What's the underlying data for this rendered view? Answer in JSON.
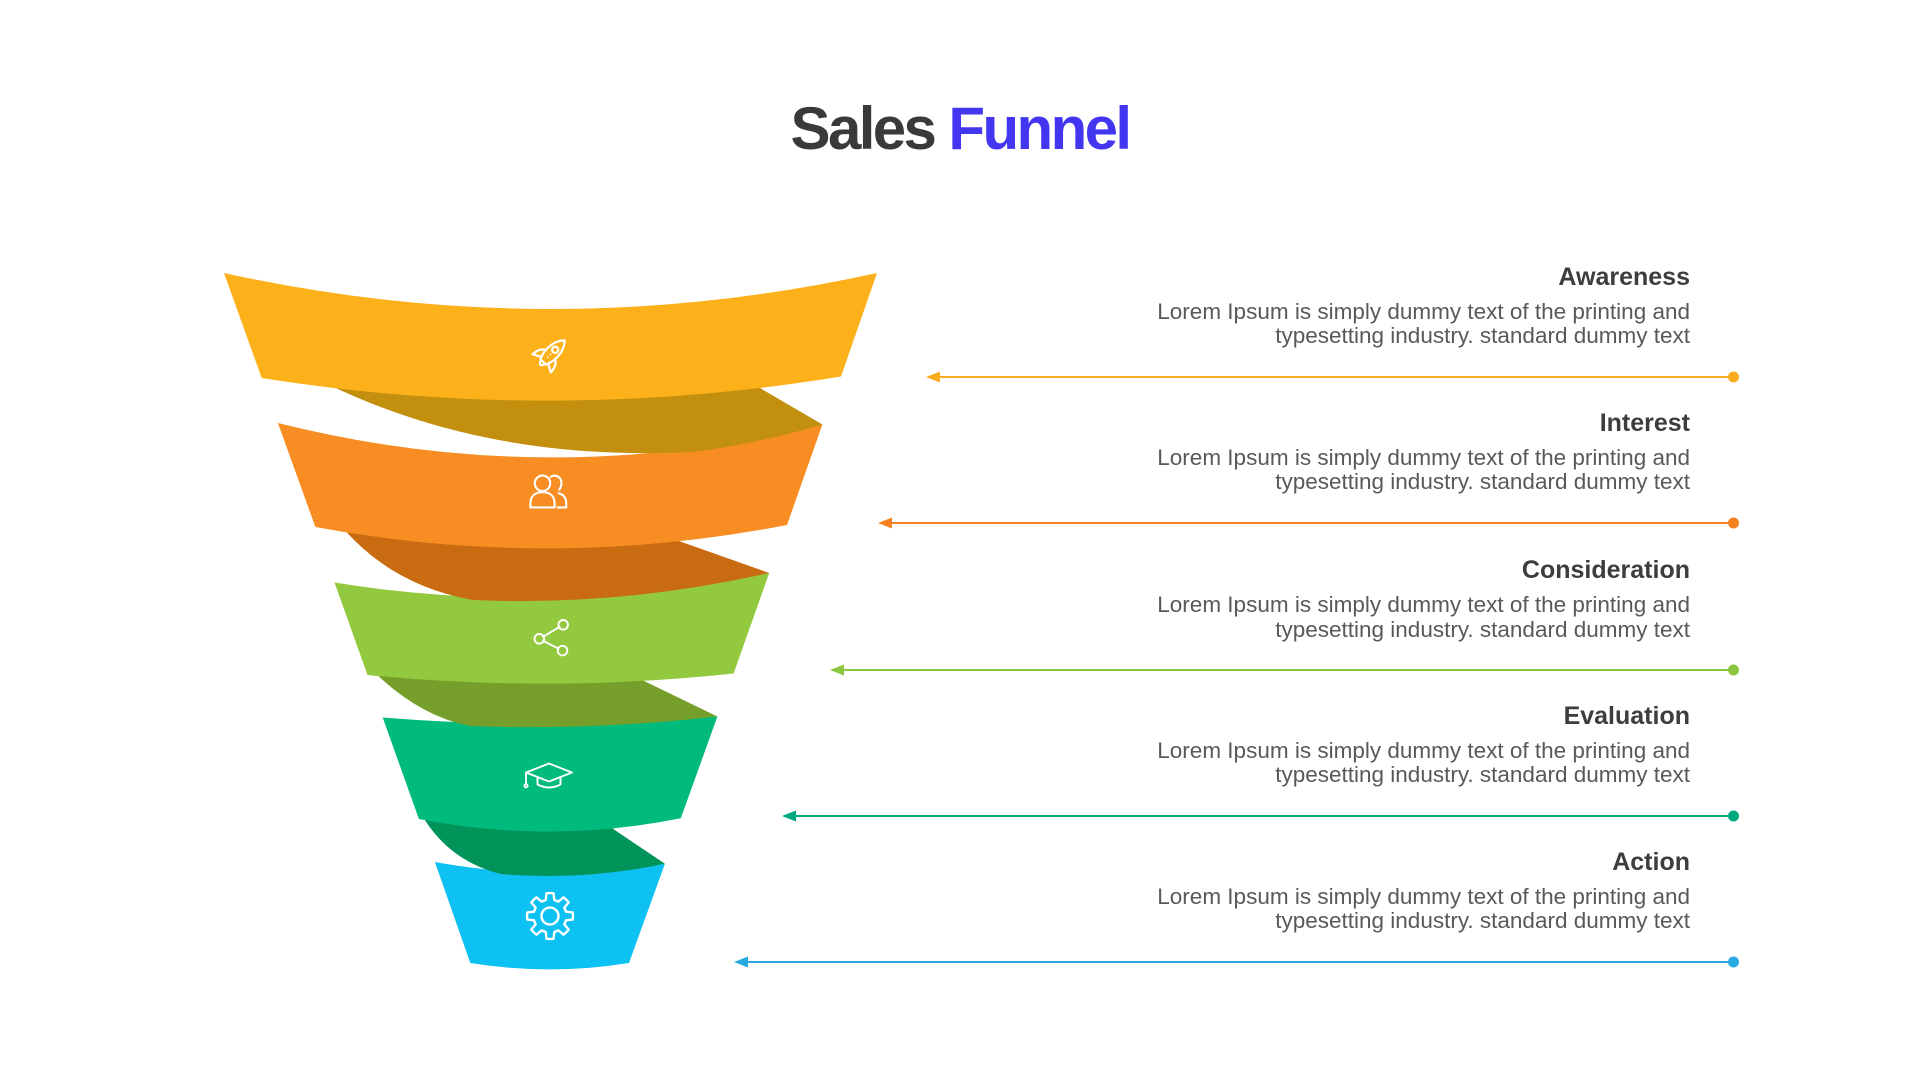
{
  "title": {
    "primary": "Sales",
    "accent": "Funnel"
  },
  "stages": [
    {
      "label": "Awareness",
      "description": "Lorem Ipsum is simply dummy text of the printing and typesetting industry. standard dummy text",
      "color": "#FCB11B",
      "fold_color": "#C28F0E",
      "arrow_color": "#FBAC1E",
      "icon": "rocket"
    },
    {
      "label": "Interest",
      "description": "Lorem Ipsum is simply dummy text of the printing and typesetting industry. standard dummy text",
      "color": "#F78D23",
      "fold_color": "#C96B10",
      "arrow_color": "#F58220",
      "icon": "users"
    },
    {
      "label": "Consideration",
      "description": "Lorem Ipsum is simply dummy text of the printing and typesetting industry. standard dummy text",
      "color": "#93C93E",
      "fold_color": "#769E2B",
      "arrow_color": "#8CC63F",
      "icon": "share"
    },
    {
      "label": "Evaluation",
      "description": "Lorem Ipsum is simply dummy text of the printing and typesetting industry. standard dummy text",
      "color": "#00BB7B",
      "fold_color": "#00935A",
      "arrow_color": "#00A87E",
      "icon": "graduation-cap"
    },
    {
      "label": "Action",
      "description": "Lorem Ipsum is simply dummy text of the printing and typesetting industry. standard dummy text",
      "color": "#0DC1F2",
      "fold_color": "#00935A",
      "arrow_color": "#29A9E1",
      "icon": "gear"
    }
  ]
}
